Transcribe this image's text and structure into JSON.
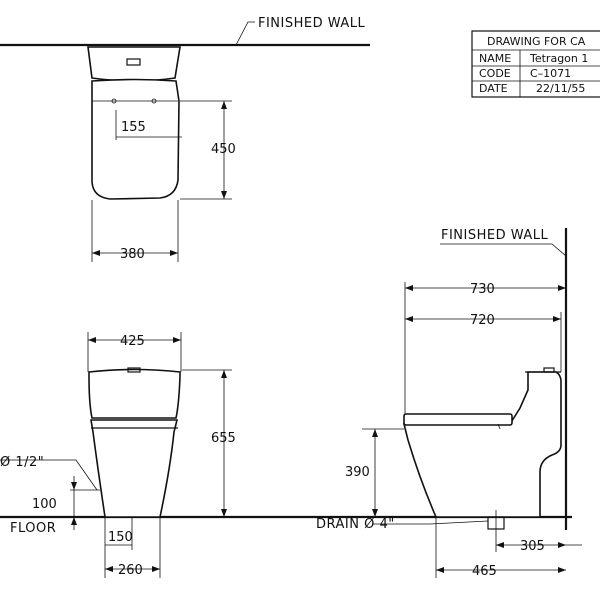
{
  "labels": {
    "finished_wall_top": "FINISHED WALL",
    "finished_wall_side": "FINISHED WALL",
    "floor": "FLOOR",
    "drain": "DRAIN Ø 4\"",
    "inlet": "Ø 1/2\""
  },
  "title_block": {
    "heading": "DRAWING FOR CA",
    "rows": [
      {
        "key": "NAME",
        "value": "Tetragon 1"
      },
      {
        "key": "CODE",
        "value": "C–1071"
      },
      {
        "key": "DATE",
        "value": "22/11/55"
      }
    ]
  },
  "dimensions": {
    "top_view": {
      "seat_width": "380",
      "depth": "450",
      "offset": "155"
    },
    "front_view": {
      "width": "425",
      "height": "655",
      "inlet_height": "100",
      "base_inner": "150",
      "base_outer": "260"
    },
    "side_view": {
      "overall": "730",
      "seat_length": "720",
      "seat_height": "390",
      "drain_depth": "465",
      "rough_in": "305"
    }
  }
}
